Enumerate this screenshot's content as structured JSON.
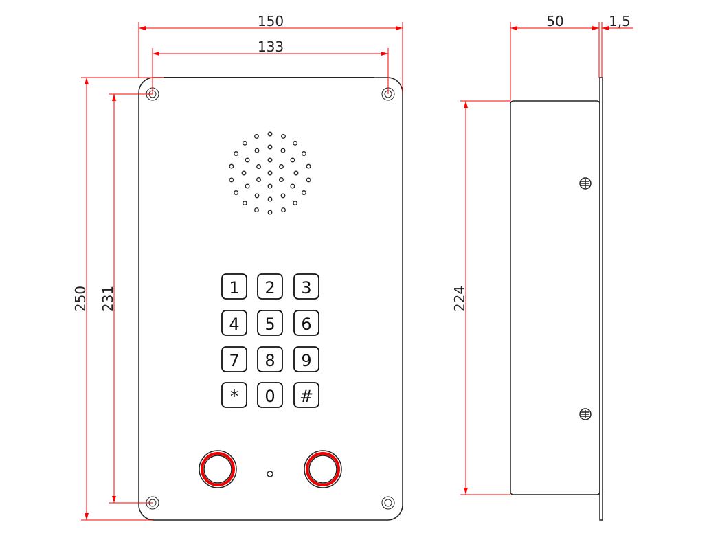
{
  "title": "Keypad intercom panel dimension drawing",
  "colors": {
    "dimension": "#ff0000",
    "outline": "#222222",
    "button_ring": "#e00000"
  },
  "dimensions": {
    "front_width": "150",
    "hole_spacing_width": "133",
    "front_height": "250",
    "hole_spacing_height": "231",
    "side_depth": "50",
    "flange_thickness": "1,5",
    "side_height": "224"
  },
  "speaker_grille": {
    "rings": [
      1,
      6,
      12,
      18
    ]
  },
  "keypad": {
    "keys": [
      "1",
      "2",
      "3",
      "4",
      "5",
      "6",
      "7",
      "8",
      "9",
      "*",
      "0",
      "#"
    ]
  }
}
